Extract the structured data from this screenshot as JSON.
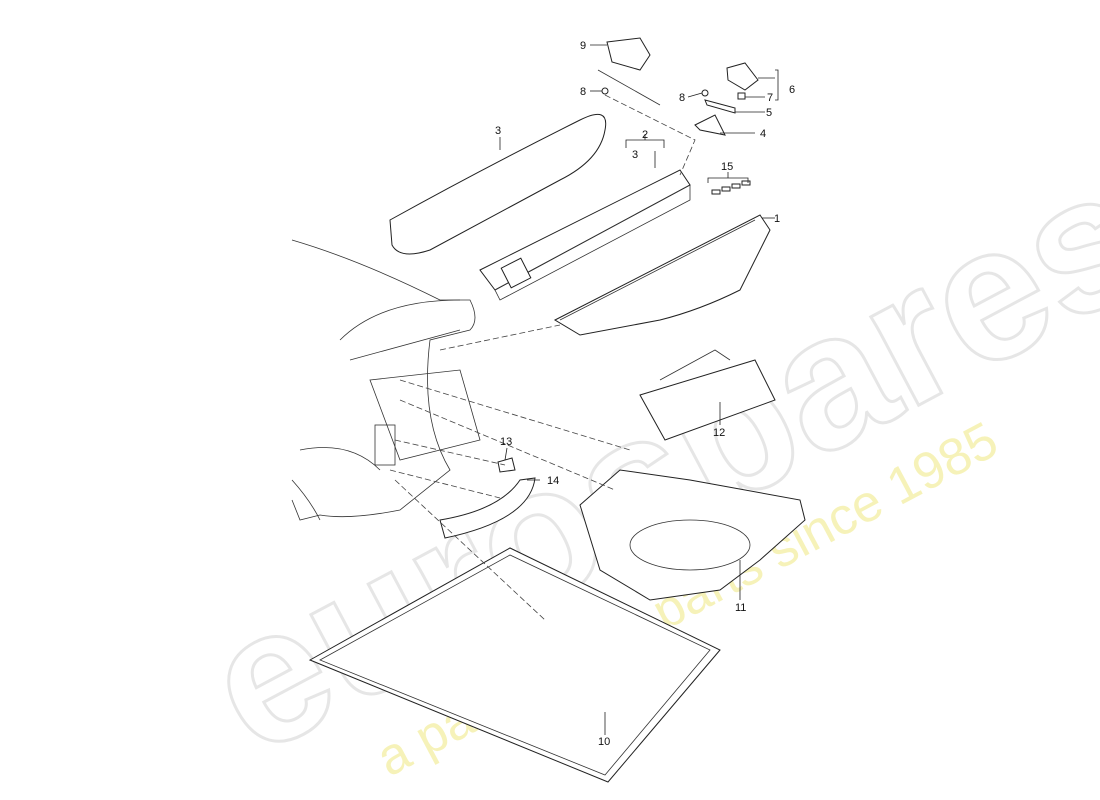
{
  "diagram": {
    "callouts": [
      {
        "id": "1",
        "label": "1"
      },
      {
        "id": "2",
        "label": "2"
      },
      {
        "id": "3a",
        "label": "3"
      },
      {
        "id": "3b",
        "label": "3"
      },
      {
        "id": "4",
        "label": "4"
      },
      {
        "id": "5",
        "label": "5"
      },
      {
        "id": "6",
        "label": "6"
      },
      {
        "id": "7",
        "label": "7"
      },
      {
        "id": "8a",
        "label": "8"
      },
      {
        "id": "8b",
        "label": "8"
      },
      {
        "id": "9",
        "label": "9"
      },
      {
        "id": "10",
        "label": "10"
      },
      {
        "id": "11",
        "label": "11"
      },
      {
        "id": "12",
        "label": "12"
      },
      {
        "id": "13",
        "label": "13"
      },
      {
        "id": "14",
        "label": "14"
      },
      {
        "id": "15",
        "label": "15"
      }
    ]
  },
  "watermark": {
    "logo_text": "eurospares",
    "tagline": "a passion for parts since 1985",
    "colors": {
      "logo": "#e6e6e6",
      "tagline": "#f4f0a8"
    }
  }
}
